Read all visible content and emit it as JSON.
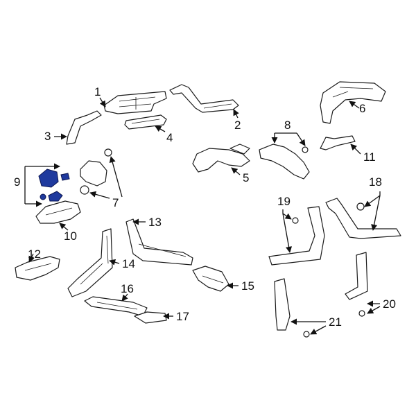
{
  "callouts": {
    "c1": "1",
    "c2": "2",
    "c3": "3",
    "c4": "4",
    "c5": "5",
    "c6": "6",
    "c7": "7",
    "c8": "8",
    "c9": "9",
    "c10": "10",
    "c11": "11",
    "c12": "12",
    "c13": "13",
    "c14": "14",
    "c15": "15",
    "c16": "16",
    "c17": "17",
    "c18": "18",
    "c19": "19",
    "c20": "20",
    "c21": "21"
  },
  "colors": {
    "highlight": "#1f3a9e",
    "line": "#1a1a1a"
  }
}
